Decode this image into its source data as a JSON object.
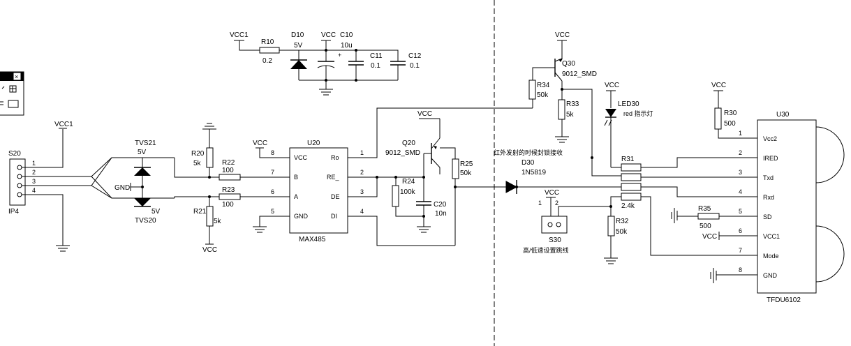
{
  "power": {
    "vcc": "VCC",
    "vcc1": "VCC1",
    "gnd": "GND"
  },
  "connector": {
    "ref": "S20",
    "value": "IP4",
    "pins": [
      "1",
      "2",
      "3",
      "4"
    ]
  },
  "tvs": {
    "top": "TVS21",
    "top_value": "5V",
    "bottom": "TVS20",
    "bottom_value": "5V",
    "gnd": "GND"
  },
  "resistors": {
    "R10": {
      "ref": "R10",
      "value": "0.2"
    },
    "R20": {
      "ref": "R20",
      "value": "5k"
    },
    "R21": {
      "ref": "R21",
      "value": "5k"
    },
    "R22": {
      "ref": "R22",
      "value": "100"
    },
    "R23": {
      "ref": "R23",
      "value": "100"
    },
    "R24": {
      "ref": "R24",
      "value": "100k"
    },
    "R25": {
      "ref": "R25",
      "value": "50k"
    },
    "R30": {
      "ref": "R30",
      "value": "500"
    },
    "R31": {
      "ref": "R31",
      "value": "2.4k"
    },
    "R32": {
      "ref": "R32",
      "value": "50k"
    },
    "R33": {
      "ref": "R33",
      "value": "5k"
    },
    "R34": {
      "ref": "R34",
      "value": "50k"
    },
    "R35": {
      "ref": "R35",
      "value": "500"
    }
  },
  "caps": {
    "C10": {
      "ref": "C10",
      "value": "10u"
    },
    "C11": {
      "ref": "C11",
      "value": "0.1"
    },
    "C12": {
      "ref": "C12",
      "value": "0.1"
    },
    "C20": {
      "ref": "C20",
      "value": "10n"
    }
  },
  "diodes": {
    "D10": {
      "ref": "D10",
      "value": "5V"
    },
    "D30": {
      "ref": "D30",
      "value": "1N5819"
    },
    "LED30": {
      "ref": "LED30",
      "value": "red 指示灯"
    }
  },
  "transistors": {
    "Q20": {
      "ref": "Q20",
      "value": "9012_SMD"
    },
    "Q30": {
      "ref": "Q30",
      "value": "9012_SMD"
    }
  },
  "u20": {
    "ref": "U20",
    "part": "MAX485",
    "left": [
      {
        "pin": "8",
        "name": "VCC"
      },
      {
        "pin": "7",
        "name": "B"
      },
      {
        "pin": "6",
        "name": "A"
      },
      {
        "pin": "5",
        "name": "GND"
      }
    ],
    "right": [
      {
        "pin": "1",
        "name": "Ro"
      },
      {
        "pin": "2",
        "name": "RE_"
      },
      {
        "pin": "3",
        "name": "DE"
      },
      {
        "pin": "4",
        "name": "DI"
      }
    ]
  },
  "u30": {
    "ref": "U30",
    "part": "TFDU6102",
    "pins": [
      {
        "pin": "1",
        "name": "Vcc2"
      },
      {
        "pin": "2",
        "name": "IRED"
      },
      {
        "pin": "3",
        "name": "Txd"
      },
      {
        "pin": "4",
        "name": "Rxd"
      },
      {
        "pin": "5",
        "name": "SD"
      },
      {
        "pin": "6",
        "name": "VCC1"
      },
      {
        "pin": "7",
        "name": "Mode"
      },
      {
        "pin": "8",
        "name": "GND"
      }
    ]
  },
  "jumper": {
    "ref": "S30",
    "label": "高/低速设置跳线",
    "pin1": "1",
    "pin2": "2"
  },
  "annotation": "红外发射的时候封锁接收",
  "mini_window": {
    "close": "×"
  }
}
